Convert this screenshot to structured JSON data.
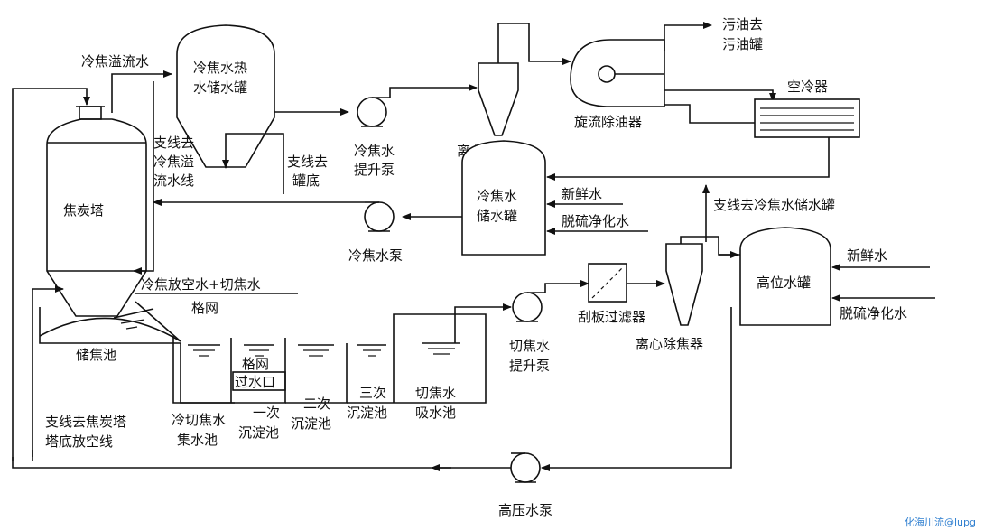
{
  "labels": {
    "overflow_water": "冷焦溢流水",
    "hot_tank_1": "冷焦水热",
    "hot_tank_2": "水储水罐",
    "branch_overflow_1": "支线去",
    "branch_overflow_2": "冷焦溢",
    "branch_overflow_3": "流水线",
    "branch_tank_bottom_1": "支线去",
    "branch_tank_bottom_2": "罐底",
    "coke_tower": "焦炭塔",
    "lift_pump_1": "冷焦水",
    "lift_pump_2": "提升泵",
    "cyclone_top": "离心除焦器",
    "oil_out_1": "污油去",
    "oil_out_2": "污油罐",
    "oil_remover": "旋流除油器",
    "air_cooler": "空冷器",
    "storage_tank_1": "冷焦水",
    "storage_tank_2": "储水罐",
    "fresh_water_1": "新鲜水",
    "desulf_water_1": "脱硫净化水",
    "branch_to_storage": "支线去冷焦水储水罐",
    "cold_pump": "冷焦水泵",
    "vent_cut_water": "冷焦放空水+切焦水",
    "grid_1": "格网",
    "coke_pool": "储焦池",
    "grid_2": "格网",
    "weir": "过水口",
    "pool_collect_1": "冷切焦水",
    "pool_collect_2": "集水池",
    "pool_first_1": "一次",
    "pool_first_2": "沉淀池",
    "pool_second_1": "二次",
    "pool_second_2": "沉淀池",
    "pool_third_1": "三次",
    "pool_third_2": "沉淀池",
    "pool_suction_1": "切焦水",
    "pool_suction_2": "吸水池",
    "cut_pump_1": "切焦水",
    "cut_pump_2": "提升泵",
    "scraper_filter": "刮板过滤器",
    "cyclone_bottom": "离心除焦器",
    "high_tank": "高位水罐",
    "fresh_water_2": "新鲜水",
    "desulf_water_2": "脱硫净化水",
    "branch_vent_1": "支线去焦炭塔",
    "branch_vent_2": "塔底放空线",
    "hp_pump": "高压水泵",
    "watermark": "化海川流@lupg"
  }
}
